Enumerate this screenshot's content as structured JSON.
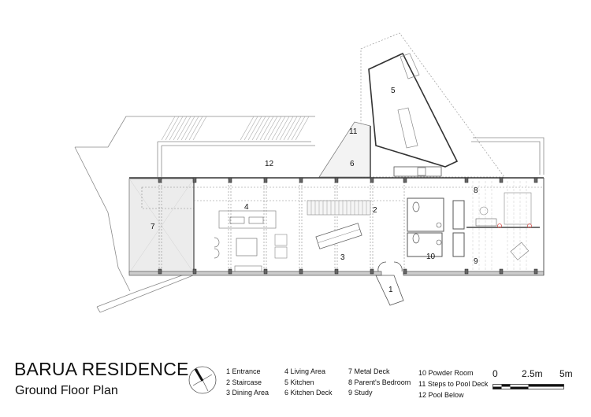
{
  "drawing": {
    "title": "BARUA RESIDENCE",
    "subtitle": "Ground Floor Plan"
  },
  "room_labels": [
    {
      "num": "1",
      "name": "Entrance"
    },
    {
      "num": "2",
      "name": "Staircase"
    },
    {
      "num": "3",
      "name": "Dining Area"
    },
    {
      "num": "4",
      "name": "Living Area"
    },
    {
      "num": "5",
      "name": "Kitchen"
    },
    {
      "num": "6",
      "name": "Kitchen Deck"
    },
    {
      "num": "7",
      "name": "Metal Deck"
    },
    {
      "num": "8",
      "name": "Parent's Bedroom"
    },
    {
      "num": "9",
      "name": "Study"
    },
    {
      "num": "10",
      "name": "Powder Room"
    },
    {
      "num": "11",
      "name": "Steps to Pool Deck"
    },
    {
      "num": "12",
      "name": "Pool Below"
    }
  ],
  "legend": {
    "col1": [
      "1 Entrance",
      "2 Staircase",
      "3 Dining Area"
    ],
    "col2": [
      "4 Living Area",
      "5 Kitchen",
      "6 Kitchen Deck"
    ],
    "col3": [
      "7 Metal Deck",
      "8 Parent's Bedroom",
      "9 Study"
    ],
    "col4": [
      "10 Powder Room",
      "11 Steps to Pool Deck",
      "12 Pool Below"
    ]
  },
  "scale_bar": {
    "ticks": [
      "0",
      "2.5m",
      "5m"
    ]
  },
  "compass": {
    "icon": "north-arrow-icon"
  },
  "colors": {
    "line_dark": "#333333",
    "line_light": "#9a9a9a",
    "deck_fill": "#e6e6e6",
    "marker_red": "#d9534f"
  }
}
